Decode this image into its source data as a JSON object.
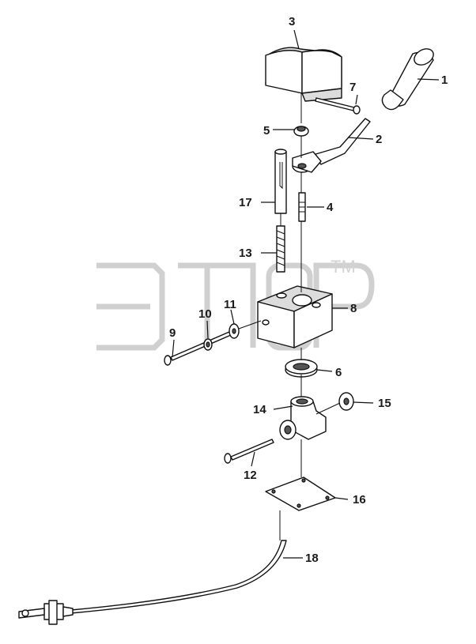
{
  "watermark": {
    "trademark": "TM"
  },
  "callouts": {
    "p1": "1",
    "p2": "2",
    "p3": "3",
    "p4": "4",
    "p5": "5",
    "p6": "6",
    "p7": "7",
    "p8": "8",
    "p9": "9",
    "p10": "10",
    "p11": "11",
    "p12": "12",
    "p13": "13",
    "p14": "14",
    "p15": "15",
    "p16": "16",
    "p17": "17",
    "p18": "18"
  }
}
